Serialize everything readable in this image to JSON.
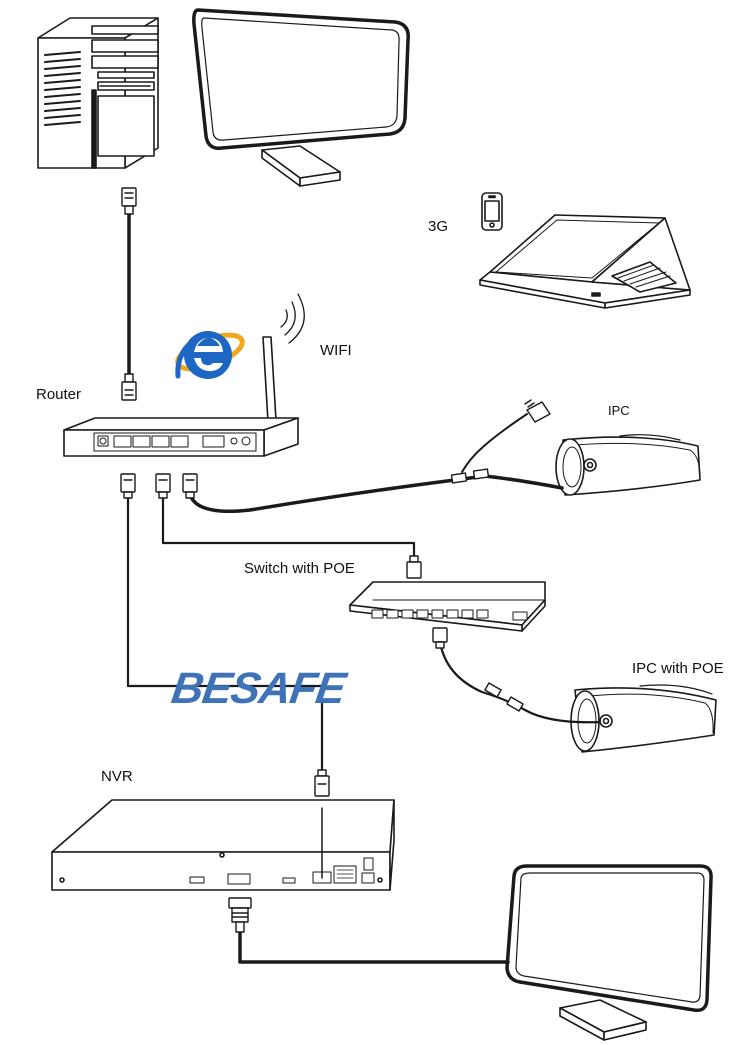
{
  "labels": {
    "mobile": "3G",
    "wifi": "WIFI",
    "router": "Router",
    "ipc": "IPC",
    "switch": "Switch with POE",
    "ipc_poe": "IPC with POE",
    "nvr": "NVR",
    "brand": "BESAFE"
  },
  "colors": {
    "line": "#1a1a1a",
    "brand": "#3f73b8",
    "ie_logo": "#1d66c4",
    "ie_ring": "#f2a81d"
  },
  "icons": {
    "desktop": "desktop-tower-icon",
    "monitor_top": "monitor-icon",
    "monitor_bottom": "monitor-icon",
    "phone": "smartphone-icon",
    "laptop": "laptop-icon",
    "internet": "internet-explorer-icon",
    "wifi": "wifi-signal-icon",
    "router": "router-icon",
    "switch": "poe-switch-icon",
    "camera": "bullet-camera-icon",
    "nvr": "nvr-recorder-icon",
    "adapter": "power-adapter-icon",
    "rj45": "rj45-connector-icon",
    "vga": "vga-connector-icon"
  }
}
